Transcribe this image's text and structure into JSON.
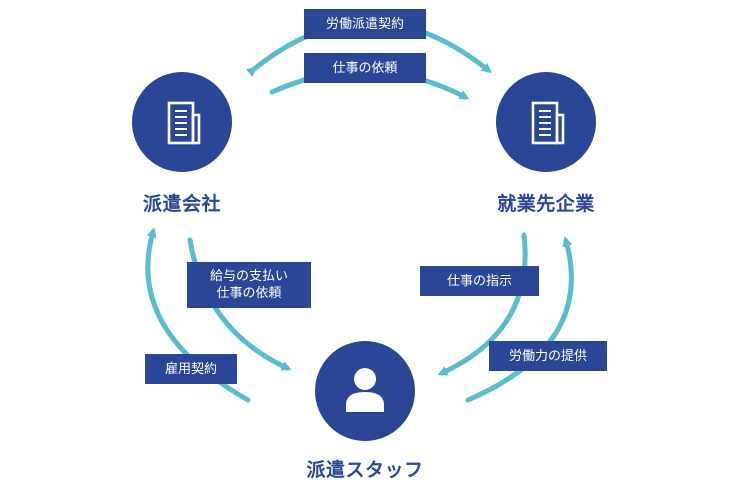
{
  "nodes": {
    "dispatch_company": {
      "title": "派遣会社",
      "icon": "office-building-icon"
    },
    "client_company": {
      "title": "就業先企業",
      "icon": "office-building-icon"
    },
    "dispatch_staff": {
      "title": "派遣スタッフ",
      "icon": "person-icon"
    }
  },
  "labels": {
    "labor_dispatch_contract": "労働派遣契約",
    "work_request_top": "仕事の依頼",
    "salary_payment_line1": "給与の支払い",
    "salary_payment_line2": "仕事の依頼",
    "employment_contract": "雇用契約",
    "work_instruction": "仕事の指示",
    "labor_provision": "労働力の提供"
  },
  "colors": {
    "node": "#2b4597",
    "arrow": "#5bbccd",
    "label_bg": "#2b4597",
    "label_text": "#ffffff"
  }
}
